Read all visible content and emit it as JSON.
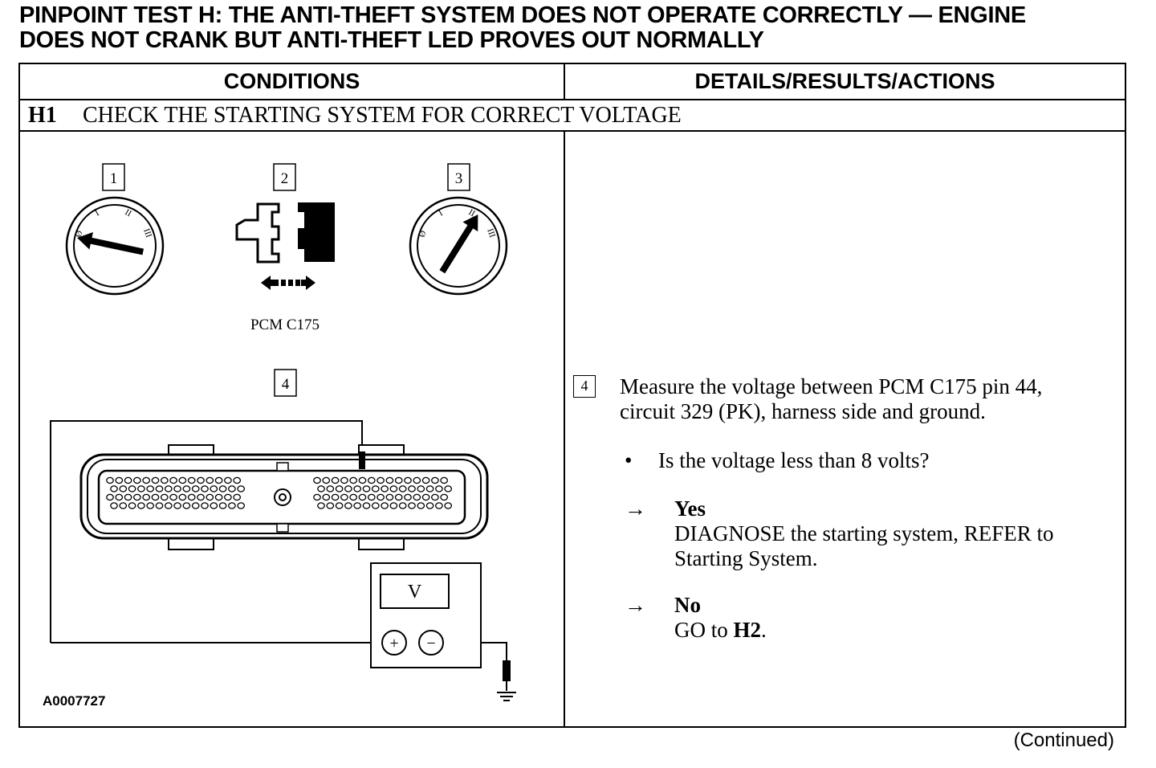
{
  "title_line1": "PINPOINT TEST H:  THE ANTI-THEFT SYSTEM DOES NOT OPERATE CORRECTLY — ENGINE",
  "title_line2": "DOES NOT CRANK BUT ANTI-THEFT LED PROVES OUT NORMALLY",
  "columns": {
    "left": "CONDITIONS",
    "right": "DETAILS/RESULTS/ACTIONS"
  },
  "step": {
    "code": "H1",
    "title": "CHECK THE STARTING SYSTEM FOR CORRECT VOLTAGE"
  },
  "figure": {
    "callouts": [
      "1",
      "2",
      "3",
      "4"
    ],
    "ignition_positions": [
      "Ø",
      "I",
      "II",
      "III"
    ],
    "connector_label": "PCM C175",
    "meter_unit": "V",
    "plus": "+",
    "minus": "−",
    "figure_id": "A0007727"
  },
  "details": {
    "step_number": "4",
    "instruction_line1": "Measure the voltage between PCM C175 pin 44,",
    "instruction_line2": "circuit 329 (PK), harness side and ground.",
    "bullet": "•",
    "question": "Is the voltage less than 8 volts?",
    "arrow": "→",
    "yes_label": "Yes",
    "yes_action_line1": "DIAGNOSE the starting system, REFER to",
    "yes_action_line2": "Starting System.",
    "no_label": "No",
    "no_action_prefix": "GO to ",
    "no_action_target": "H2",
    "no_action_suffix": "."
  },
  "footer": "(Continued)"
}
